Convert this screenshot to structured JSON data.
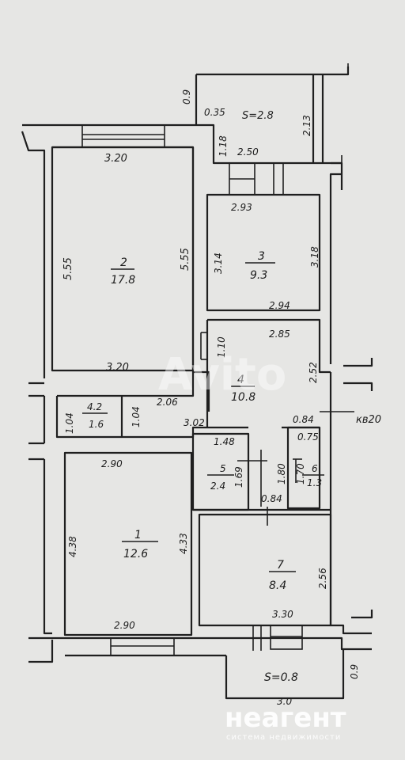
{
  "rooms": [
    {
      "id": "1",
      "area": "12.6"
    },
    {
      "id": "2",
      "area": "17.8"
    },
    {
      "id": "3",
      "area": "9.3"
    },
    {
      "id": "4",
      "area": "10.8"
    },
    {
      "id": "5",
      "area": "2.4"
    },
    {
      "id": "6",
      "area": "1.3"
    },
    {
      "id": "7",
      "area": "8.4"
    },
    {
      "id": "4.2",
      "area": "1.6"
    }
  ],
  "balconies": {
    "top": {
      "area": "S=2.8"
    },
    "bottom": {
      "area": "S=0.8"
    }
  },
  "dimensions": {
    "top_bal_09": "0.9",
    "top_bal_035": "0.35",
    "top_bal_213": "2.13",
    "top_bal_118": "1.18",
    "top_bal_250": "2.50",
    "r2_top": "3.20",
    "r2_left": "5.55",
    "r2_right": "5.55",
    "r2_bottom": "3.20",
    "r3_top": "2.93",
    "r3_left": "3.14",
    "r3_right": "3.18",
    "r3_bottom": "2.94",
    "r4_top": "2.85",
    "r4_left": "1.10",
    "r4_right": "2.52",
    "r4_small": "0.84",
    "corr_206": "2.06",
    "corr_302": "3.02",
    "small_104a": "1.04",
    "small_104b": "1.04",
    "r1_top": "2.90",
    "r1_left": "4.38",
    "r1_right": "4.33",
    "r1_bottom": "2.90",
    "r5_top": "1.48",
    "r5_right": "1.69",
    "r5_180": "1.80",
    "r5_084": "0.84",
    "r6_top": "0.75",
    "r6_left": "1.70",
    "r7_right": "2.56",
    "r7_bottom": "3.30",
    "bot_bal_09": "0.9",
    "bot_bal_30": "3.0"
  },
  "flat_label": "кв20",
  "watermarks": {
    "avito": "Avito",
    "brand": "неагент",
    "brand_sub": "система недвижимости"
  }
}
